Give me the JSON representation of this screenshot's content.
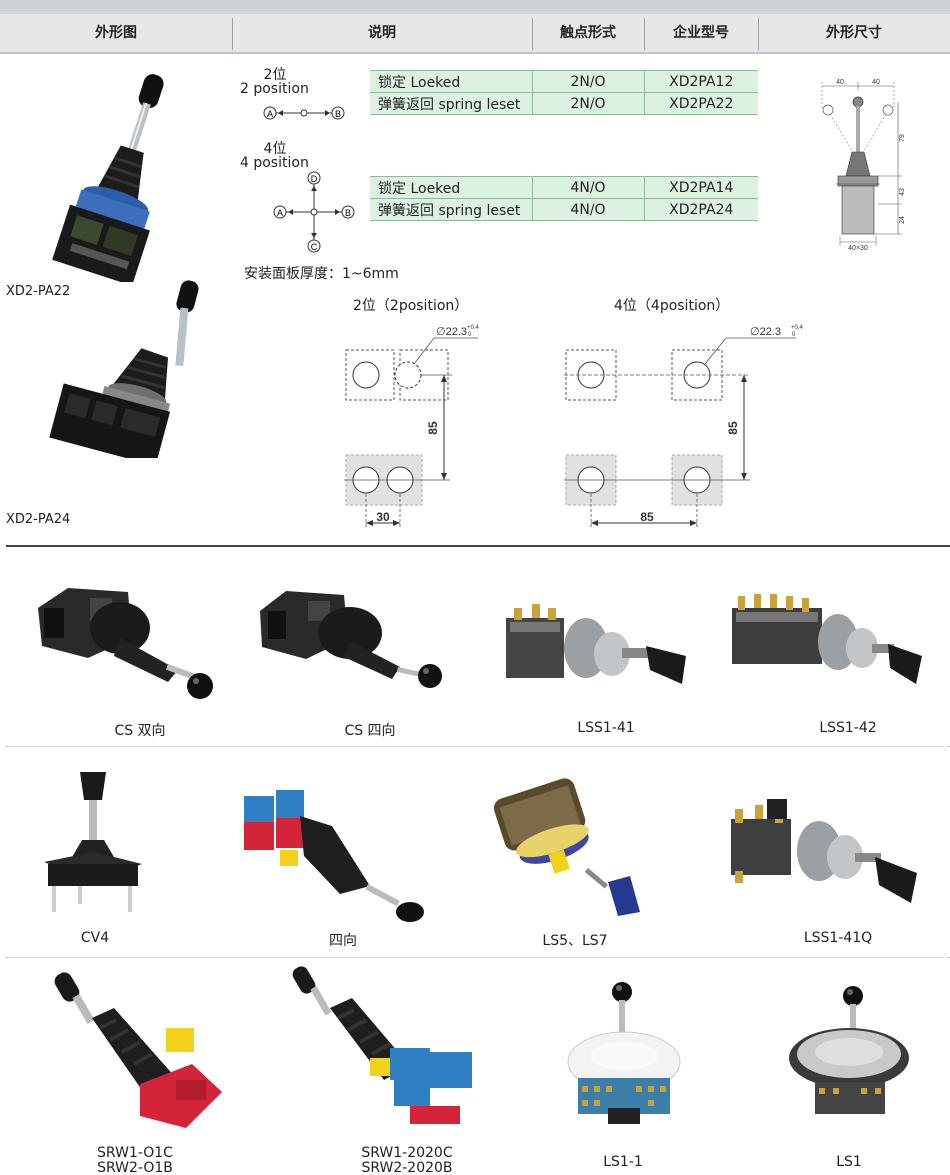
{
  "header": {
    "col_appearance": "外形图",
    "col_description": "说明",
    "col_contact": "触点形式",
    "col_model": "企业型号",
    "col_dimensions": "外形尺寸"
  },
  "top_products": [
    {
      "label": "XD2-PA22"
    },
    {
      "label": "XD2-PA24"
    }
  ],
  "two_pos": {
    "title_cn": "2位",
    "title_en": "2 position",
    "node_a": "A",
    "node_b": "B",
    "rows": [
      {
        "desc": "锁定 Loeked",
        "contact": "2N/O",
        "model": "XD2PA12"
      },
      {
        "desc": "弹簧返回 spring leset",
        "contact": "2N/O",
        "model": "XD2PA22"
      }
    ]
  },
  "four_pos": {
    "title_cn": "4位",
    "title_en": "4 position",
    "node_a": "A",
    "node_b": "B",
    "node_c": "C",
    "node_d": "D",
    "rows": [
      {
        "desc": "锁定 Loeked",
        "contact": "4N/O",
        "model": "XD2PA14"
      },
      {
        "desc": "弹簧返回 spring leset",
        "contact": "4N/O",
        "model": "XD2PA24"
      }
    ]
  },
  "panel_thickness": "安装面板厚度：1~6mm",
  "drawing_2pos": {
    "title": "2位（2position）",
    "hole": "∅22.3",
    "tol": "+0.4",
    "tol_low": "0",
    "dim_v": "85",
    "dim_h": "30"
  },
  "drawing_4pos": {
    "title": "4位（4position）",
    "hole": "∅22.3",
    "tol": "+0.4",
    "tol_low": "0",
    "dim_v": "85",
    "dim_h": "85"
  },
  "dimension_drawing": {
    "w1": "40",
    "w2": "40",
    "h1": "79",
    "h2": "43",
    "h3": "24",
    "base": "40×30"
  },
  "gallery": [
    {
      "label": "CS 双向"
    },
    {
      "label": "CS 四向"
    },
    {
      "label": "LSS1-41"
    },
    {
      "label": "LSS1-42"
    },
    {
      "label": "CV4"
    },
    {
      "label": "四向"
    },
    {
      "label": "LS5、LS7"
    },
    {
      "label": "LSS1-41Q"
    },
    {
      "label": "SRW1-O1C",
      "label2": "SRW2-O1B"
    },
    {
      "label": "SRW1-2020C",
      "label2": "SRW2-2020B"
    },
    {
      "label": "LS1-1"
    },
    {
      "label": "LS1"
    }
  ],
  "colors": {
    "table_row": "#ddf1e3",
    "header_bg": "#e5e7e8",
    "knob": "#1a1a1a",
    "blue_block": "#2f7fc4",
    "red_block": "#d4243a",
    "yellow": "#f2d21b",
    "brass": "#c9a23a"
  }
}
